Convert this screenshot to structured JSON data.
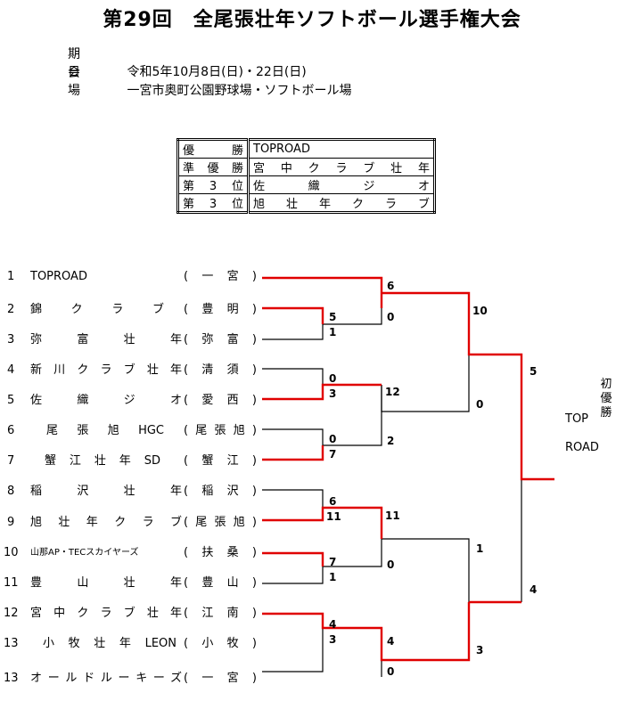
{
  "header": {
    "title": "第29回　全尾張壮年ソフトボール選手権大会",
    "date_label": "期　日",
    "date_value": "令和5年10月8日(日)・22日(日)",
    "venue_label": "会　場",
    "venue_value": "一宮市奥町公園野球場・ソフトボール場"
  },
  "results": [
    {
      "place": "優勝",
      "team": "TOPROAD"
    },
    {
      "place": "準優勝",
      "team": "宮中クラブ壮年"
    },
    {
      "place": "第3位",
      "team": "佐織ジオ"
    },
    {
      "place": "第3位",
      "team": "旭壮年クラブ"
    }
  ],
  "teams": [
    {
      "seed": "1",
      "name": "TOPROAD",
      "region": "(一宮)"
    },
    {
      "seed": "2",
      "name": "錦クラブ",
      "region": "(豊明)"
    },
    {
      "seed": "3",
      "name": "弥富壮年",
      "region": "(弥富)"
    },
    {
      "seed": "4",
      "name": "新川クラブ壮年",
      "region": "(清須)"
    },
    {
      "seed": "5",
      "name": "佐織ジオ",
      "region": "(愛西)"
    },
    {
      "seed": "6",
      "name": "尾張旭HGC",
      "region": "(尾張旭)"
    },
    {
      "seed": "7",
      "name": "蟹江壮年SD",
      "region": "(蟹江)"
    },
    {
      "seed": "8",
      "name": "稲沢壮年",
      "region": "(稲沢)"
    },
    {
      "seed": "9",
      "name": "旭壮年クラブ",
      "region": "(尾張旭)"
    },
    {
      "seed": "10",
      "name": "山那AP・TECスカイヤーズ",
      "region": "(扶桑)"
    },
    {
      "seed": "11",
      "name": "豊山壮年",
      "region": "(豊山)"
    },
    {
      "seed": "12",
      "name": "宮中クラブ壮年",
      "region": "(江南)"
    },
    {
      "seed": "13",
      "name": "小牧壮年LEON",
      "region": "(小牧)"
    },
    {
      "seed": "13",
      "name": "オールドルーキーズ",
      "region": "(一宮)"
    }
  ],
  "scores": {
    "r1_2v3": [
      "5",
      "1"
    ],
    "r1_4v5": [
      "0",
      "3"
    ],
    "r1_6v7": [
      "0",
      "7"
    ],
    "r1_8v9": [
      "6",
      "11"
    ],
    "r1_10v11": [
      "7",
      "1"
    ],
    "r1_12v13": [
      "4",
      "3"
    ],
    "r2_1v2": [
      "6",
      "0"
    ],
    "r2_5v7": [
      "12",
      "2"
    ],
    "r2_9v10": [
      "11",
      "0"
    ],
    "r2_12v13": [
      "4",
      "0"
    ],
    "r3_top": [
      "10",
      "0"
    ],
    "r3_bottom": [
      "1",
      "3"
    ],
    "final": [
      "5",
      "4"
    ]
  },
  "champion": {
    "name_vertical": "TOP\n\nROAD",
    "note": "初\n優\n勝"
  },
  "colors": {
    "winner": "#e00000",
    "line": "#000000"
  }
}
